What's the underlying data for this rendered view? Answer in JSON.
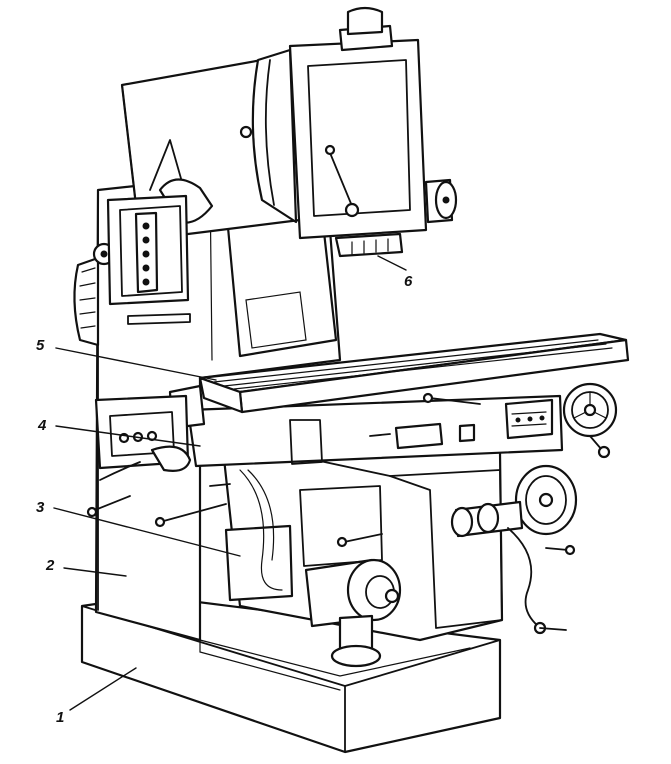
{
  "callouts": [
    {
      "id": "base",
      "label": "1"
    },
    {
      "id": "column",
      "label": "2"
    },
    {
      "id": "knee",
      "label": "3"
    },
    {
      "id": "saddle",
      "label": "4"
    },
    {
      "id": "table",
      "label": "5"
    },
    {
      "id": "spindle-head",
      "label": "6"
    }
  ],
  "colors": {
    "ink": "#111111",
    "paper": "#ffffff"
  }
}
